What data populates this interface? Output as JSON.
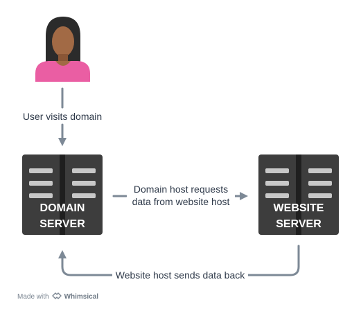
{
  "nodes": {
    "user": {
      "icon": "person-icon"
    },
    "domain_server": {
      "title_line1": "DOMAIN",
      "title_line2": "SERVER",
      "icon": "server-icon"
    },
    "website_server": {
      "title_line1": "WEBSITE",
      "title_line2": "SERVER",
      "icon": "server-icon"
    }
  },
  "edges": {
    "user_to_domain": {
      "label": "User visits domain"
    },
    "domain_to_website": {
      "label_line1": "Domain host requests",
      "label_line2": "data from website host"
    },
    "website_to_domain": {
      "label": "Website host sends data back"
    }
  },
  "footer": {
    "made_with": "Made with",
    "brand": "Whimsical",
    "icon": "whimsical-logo-icon"
  },
  "colors": {
    "arrow": "#7d8996",
    "server_body": "#3d3d3d",
    "person_skin": "#a26a45",
    "person_hair": "#2b2b2b",
    "person_shirt": "#ea5ea3"
  }
}
